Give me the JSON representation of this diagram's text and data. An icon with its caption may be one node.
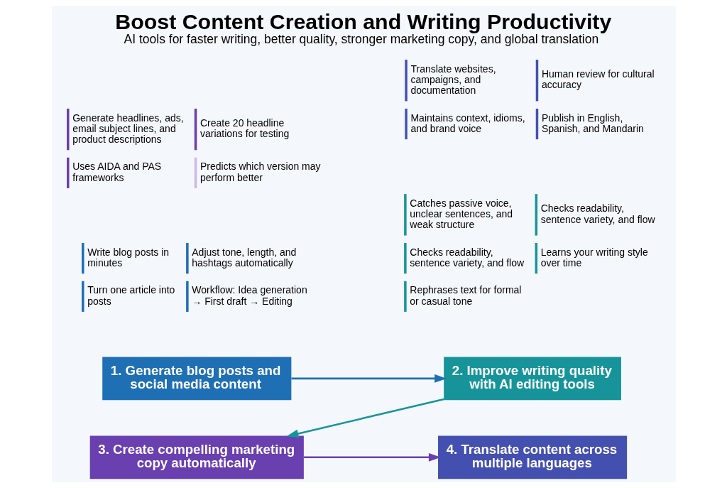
{
  "diagram": {
    "title": "Boost Content Creation and Writing Productivity",
    "caption": "AI tools for faster writing, better quality, stronger marketing copy, and global translation",
    "nodes": [
      {
        "text": [
          "1. Generate blog posts and social media content"
        ],
        "beside": [
          "Write blog posts in minutes",
          "Adjust tone, length, and hashtags automatically",
          "Turn one article into posts",
          "Workflow: Idea generation → First draft → Editing"
        ]
      },
      {
        "text": [
          "2. Improve writing quality with AI editing tools"
        ],
        "beside": [
          "Catches passive voice, unclear sentences, and weak structure",
          "Checks readability, sentence variety, and flow",
          "Checks readability, sentence variety, and flow",
          "Learns your writing style over time",
          "Rephrases text for formal or casual tone"
        ]
      },
      {
        "text": [
          "3. Create compelling marketing copy automatically"
        ],
        "beside": [
          "Generate headlines, ads, email subject lines, and product descriptions",
          "Create 20 headline variations for testing",
          "Uses AIDA and PAS frameworks",
          "Predicts which version may perform better"
        ]
      },
      {
        "text": [
          "4. Translate content across multiple languages"
        ],
        "beside": [
          "Translate websites, campaigns, and documentation",
          "Human review for cultural accuracy",
          "Maintains context, idioms, and brand voice",
          "Publish in English, Spanish, and Mandarin"
        ]
      }
    ],
    "edges": [
      {
        "from": 0,
        "to": 1,
        "arrow": "to",
        "color": "#1f6fb5"
      },
      {
        "from": 1,
        "to": 2,
        "arrow": "to",
        "color": "#17949a"
      },
      {
        "from": 2,
        "to": 3,
        "arrow": "to",
        "color": "#6a3fb0"
      }
    ]
  }
}
